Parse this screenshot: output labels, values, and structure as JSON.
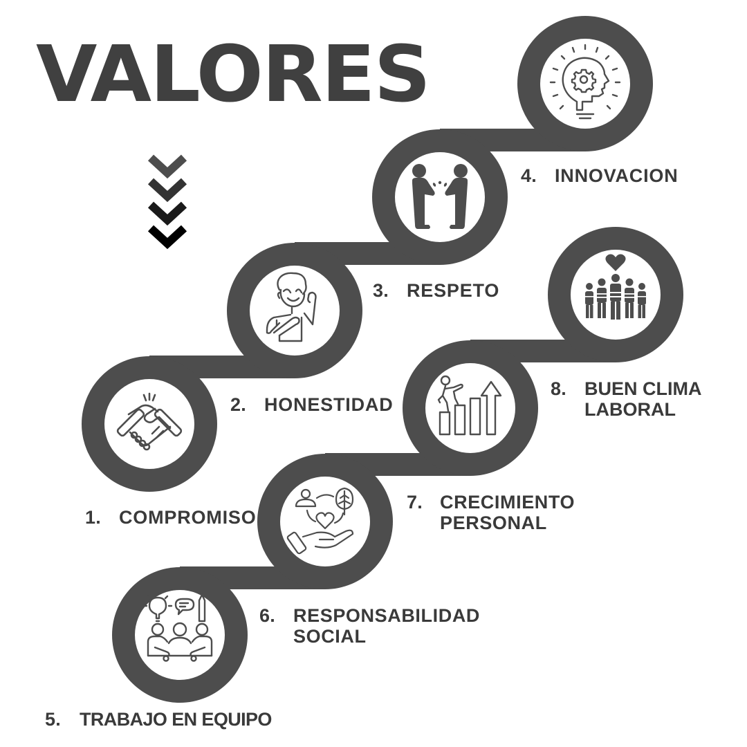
{
  "header": {
    "title": "VALORES",
    "indicator_icon": "triple-chevron-down-icon"
  },
  "colors": {
    "background": "#ffffff",
    "path": "#4d4d4d",
    "text": "#3a3a3a",
    "title": "#404040",
    "chevrons": [
      "#4d4d4d",
      "#333333",
      "#1a1a1a",
      "#000000"
    ]
  },
  "values": [
    {
      "number": "1.",
      "label": "COMPROMISO",
      "icon": "handshake-icon"
    },
    {
      "number": "2.",
      "label": "HONESTIDAD",
      "icon": "person-hand-on-heart-icon"
    },
    {
      "number": "3.",
      "label": "RESPETO",
      "icon": "people-greeting-icon"
    },
    {
      "number": "4.",
      "label": "INNOVACION",
      "icon": "lightbulb-head-gear-icon"
    },
    {
      "number": "5.",
      "label": "TRABAJO EN EQUIPO",
      "icon": "team-meeting-icon"
    },
    {
      "number": "6.",
      "label": "RESPONSABILIDAD\nSOCIAL",
      "icon": "hand-heart-community-icon"
    },
    {
      "number": "7.",
      "label": "CRECIMIENTO\nPERSONAL",
      "icon": "person-climbing-growth-chart-icon"
    },
    {
      "number": "8.",
      "label": "BUEN CLIMA\nLABORAL",
      "icon": "workers-heart-icon"
    }
  ]
}
